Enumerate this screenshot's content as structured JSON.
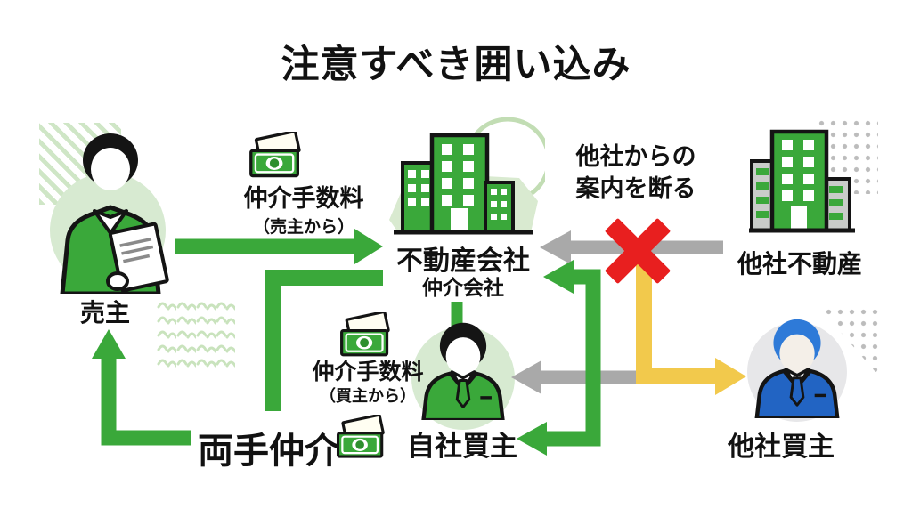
{
  "title": "注意すべき囲い込み",
  "colors": {
    "green": "#3aa83a",
    "green_pale": "#d7ead1",
    "green_line": "#c2ddb4",
    "gray_arrow": "#a9a9a9",
    "yellow": "#f2c94c",
    "red": "#e81f1f",
    "blue_suit": "#2264c3",
    "blue_hair": "#2e7ad8",
    "gray_bldg": "#c9ccc9",
    "gray_circle": "#e7e7e9",
    "ink": "#111111"
  },
  "nodes": {
    "seller": {
      "label": "売主"
    },
    "agency": {
      "label": "不動産会社",
      "sublabel": "仲介会社"
    },
    "other_agency": {
      "label": "他社不動産"
    },
    "own_buyer": {
      "label": "自社買主"
    },
    "other_buyer": {
      "label": "他社買主"
    }
  },
  "annotations": {
    "fee_seller": {
      "label": "仲介手数料",
      "sublabel": "（売主から）"
    },
    "fee_buyer": {
      "label": "仲介手数料",
      "sublabel": "（買主から）"
    },
    "refuse": {
      "line1": "他社からの",
      "line2": "案内を断る"
    },
    "double_brokerage": {
      "label": "両手仲介"
    }
  },
  "icons": {
    "money": "banknote",
    "cross": "✕",
    "seller_person": "person-holding-document",
    "agency_building": "green-office-building",
    "other_agency_building": "gray-green-office-building",
    "own_buyer_person": "businessman-green-suit",
    "other_buyer_person": "businessman-blue-suit"
  }
}
